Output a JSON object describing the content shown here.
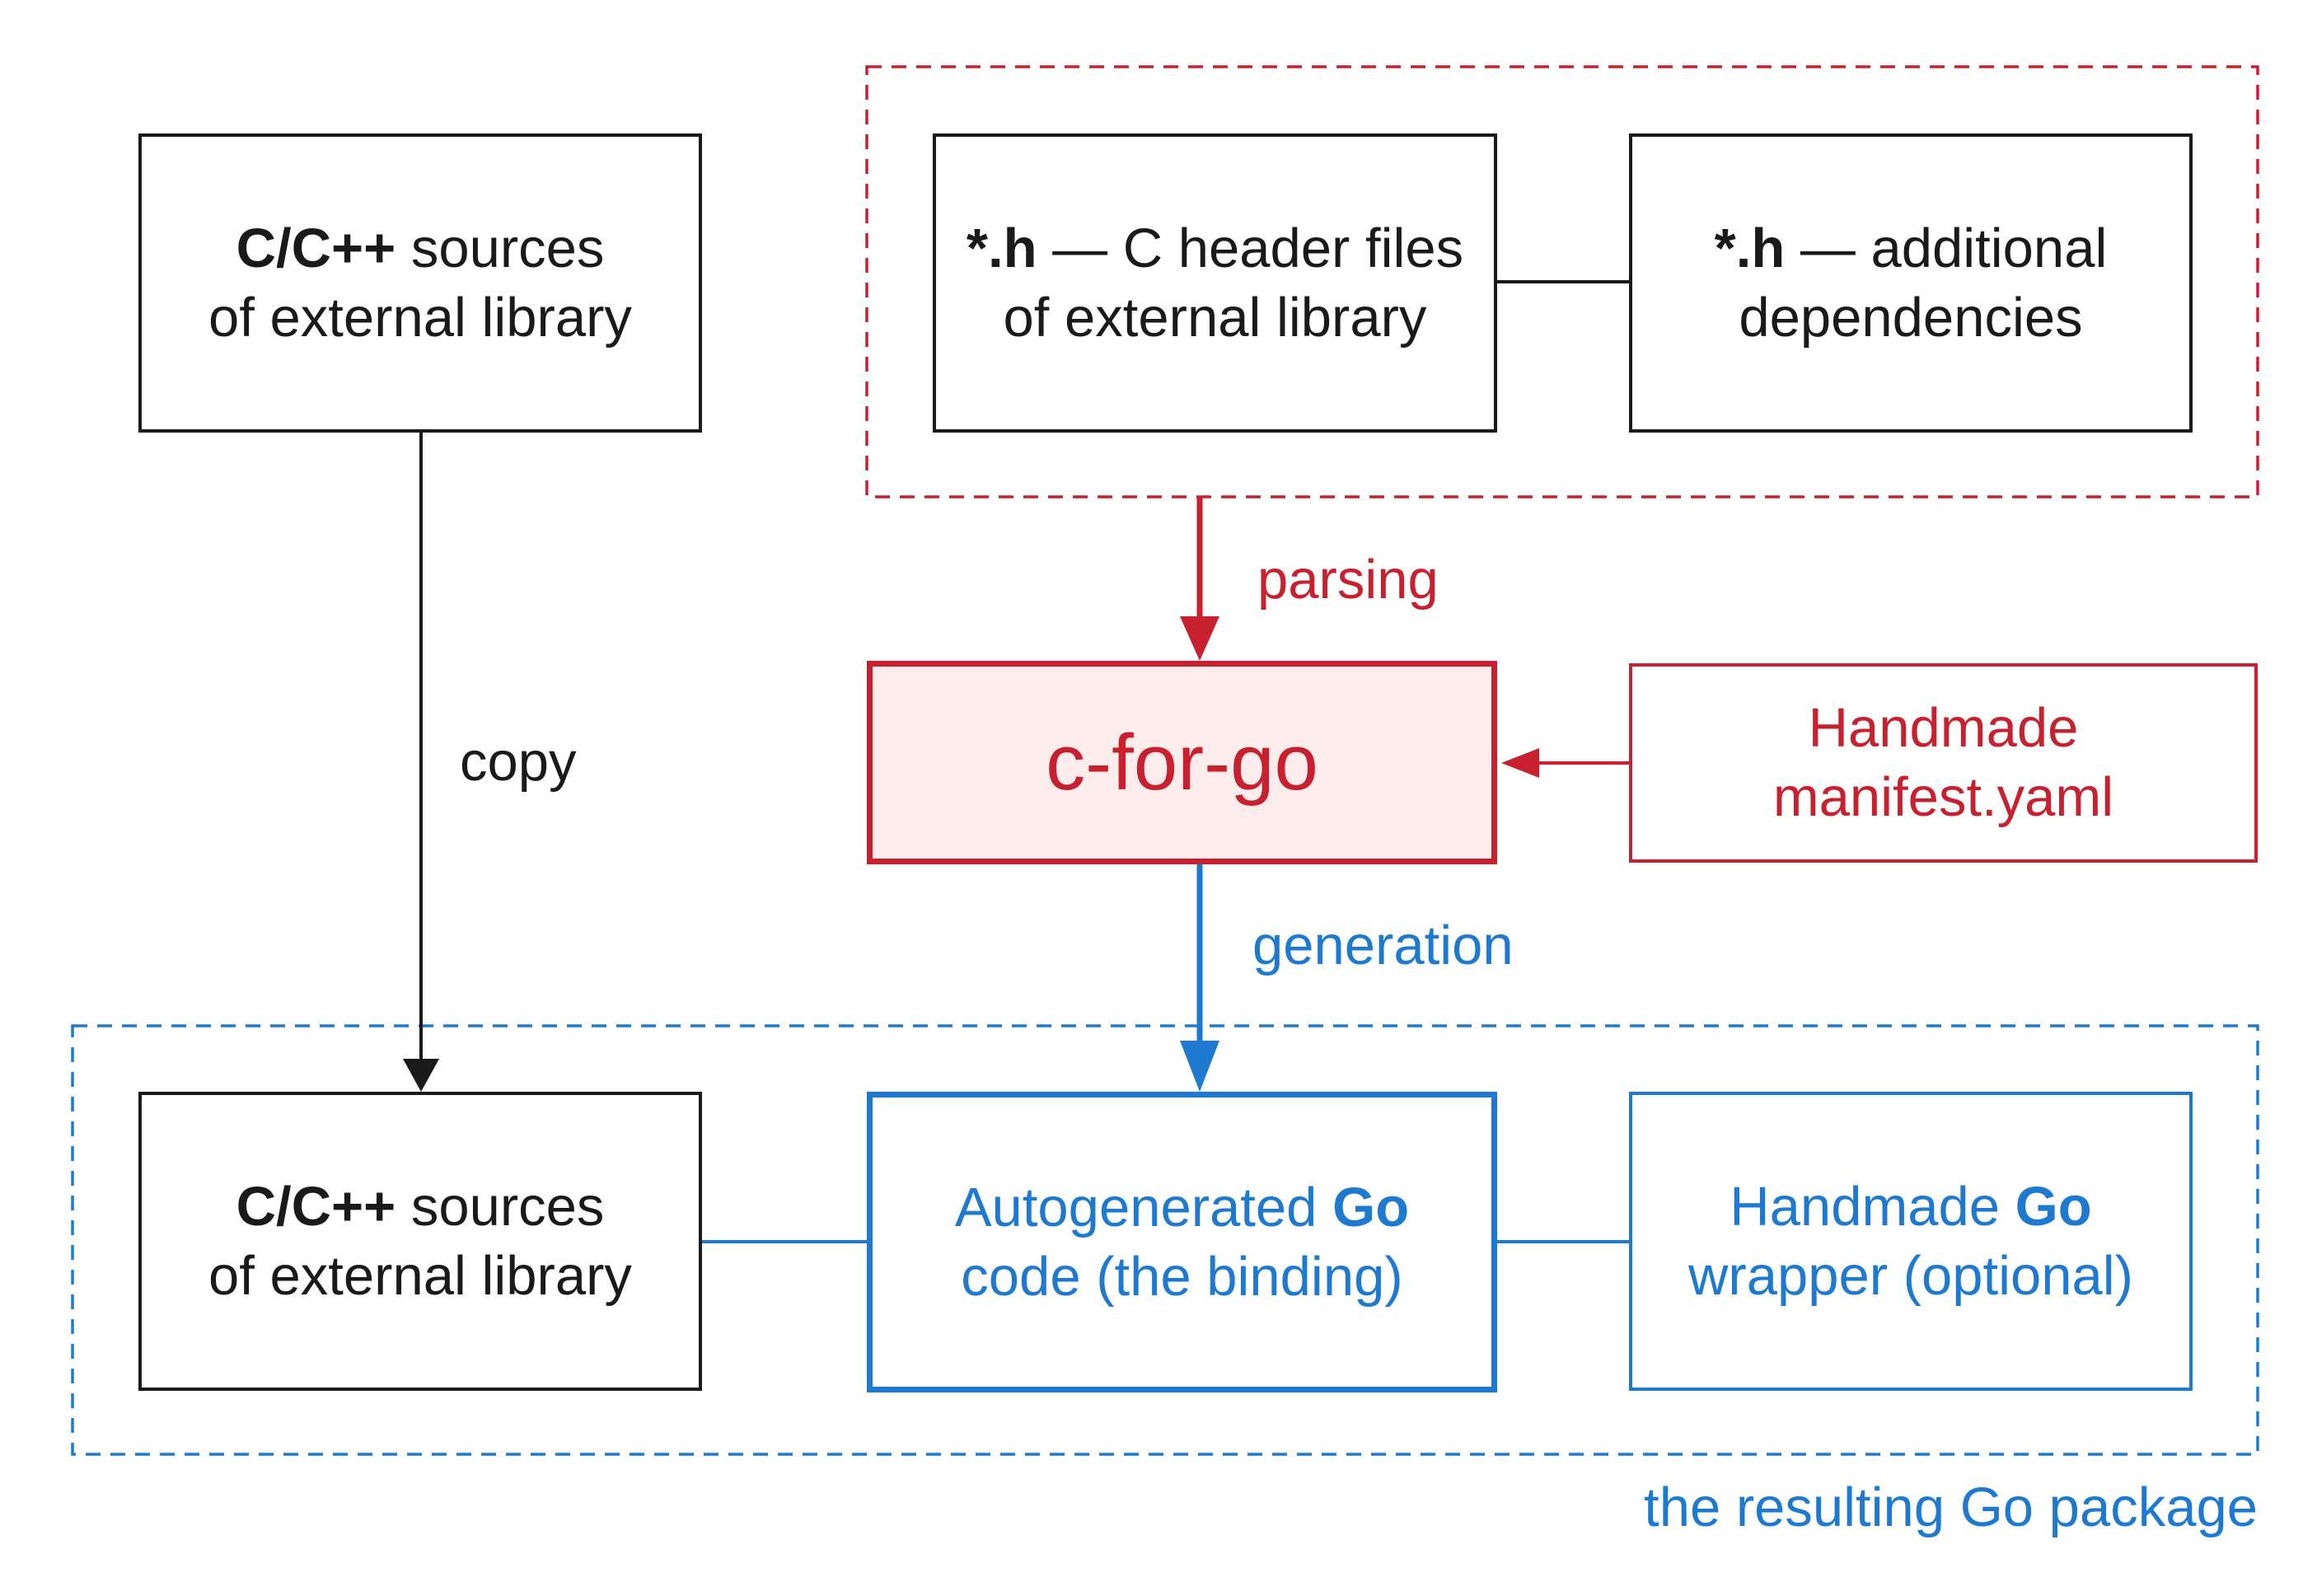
{
  "nodes": {
    "sources_top": {
      "line1_strong": "C/C++",
      "line1_rest": " sources",
      "line2": "of external library"
    },
    "headers": {
      "line1_strong": "*.h",
      "line1_rest": " — C header files",
      "line2": "of external library"
    },
    "deps": {
      "line1_strong": "*.h",
      "line1_rest": " — additional",
      "line2": "dependencies"
    },
    "cforgo": {
      "label": "c-for-go"
    },
    "manifest": {
      "line1": "Handmade",
      "line2": "manifest.yaml"
    },
    "sources_bottom": {
      "line1_strong": "C/C++",
      "line1_rest": " sources",
      "line2": "of external library"
    },
    "autogen": {
      "line1_pre": "Autogenerated ",
      "line1_strong": "Go",
      "line2": "code (the binding)"
    },
    "wrapper": {
      "line1_pre": "Handmade ",
      "line1_strong": "Go",
      "line2": "wrapper (optional)"
    }
  },
  "edge_labels": {
    "copy": "copy",
    "parsing": "parsing",
    "generation": "generation"
  },
  "groups": {
    "package_label": "the resulting Go package"
  },
  "colors": {
    "black": "#1a1a1a",
    "red": "#c8202f",
    "red_fill": "#fdecec",
    "blue": "#1e7ad0"
  }
}
